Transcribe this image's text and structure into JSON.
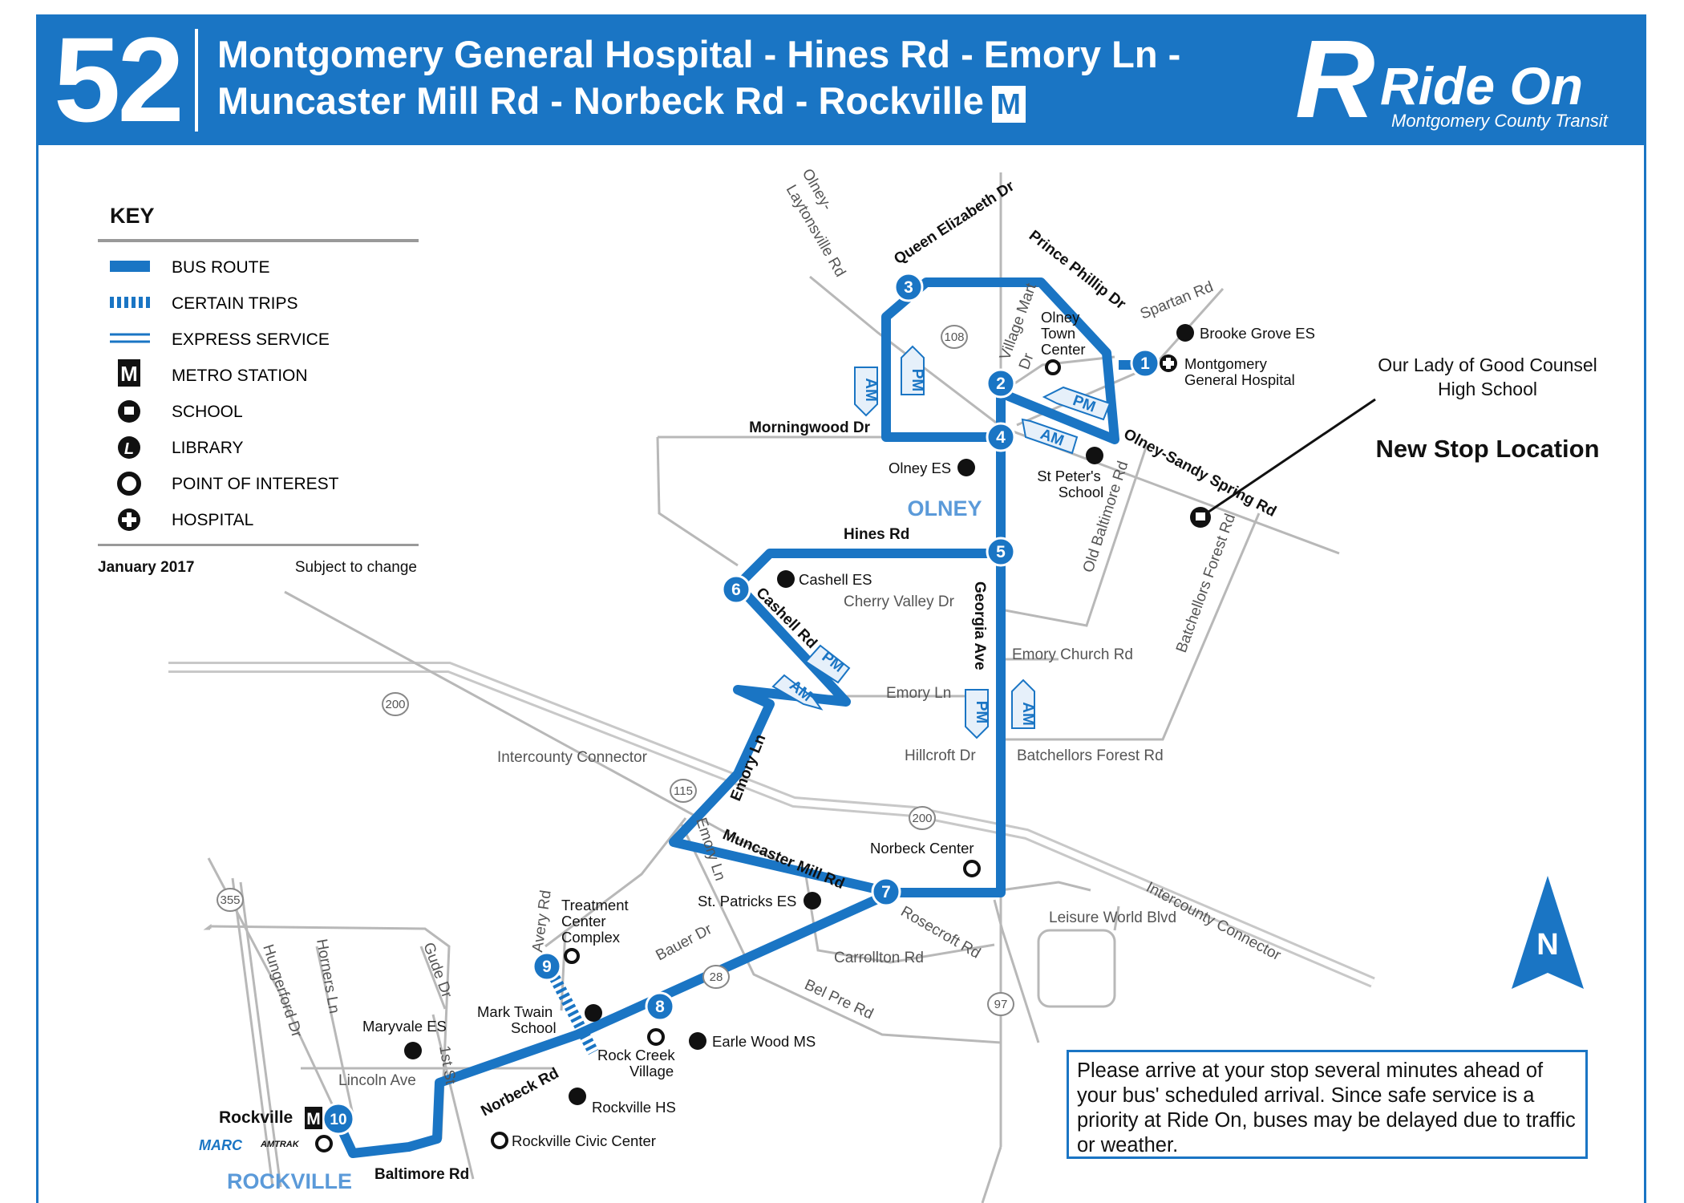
{
  "header": {
    "route_number": "52",
    "line1": "Montgomery General Hospital - Hines Rd - Emory Ln -",
    "line2": "Muncaster Mill Rd - Norbeck Rd - Rockville",
    "metro_symbol": "M"
  },
  "logo": {
    "letter": "R",
    "title": "Ride On",
    "subtitle": "Montgomery County Transit"
  },
  "key": {
    "title": "KEY",
    "items": [
      "BUS ROUTE",
      "CERTAIN TRIPS",
      "EXPRESS SERVICE",
      "METRO STATION",
      "SCHOOL",
      "LIBRARY",
      "POINT OF INTEREST",
      "HOSPITAL"
    ],
    "date": "January 2017",
    "note": "Subject to change"
  },
  "colors": {
    "route": "#1a75c4",
    "road": "#b8b8b8",
    "text": "#111111"
  },
  "stops": [
    "1",
    "2",
    "3",
    "4",
    "5",
    "6",
    "7",
    "8",
    "9",
    "10"
  ],
  "streets": {
    "olney_laytonsville": "Olney-",
    "olney_laytonsville2": "Laytonsville Rd",
    "queen_elizabeth": "Queen Elizabeth Dr",
    "prince_phillip": "Prince Phillip Dr",
    "spartan": "Spartan Rd",
    "village_mart": "Village Mart",
    "village_mart2": "Dr",
    "morningwood": "Morningwood Dr",
    "olney_sandy_spring": "Olney-Sandy Spring Rd",
    "old_baltimore": "Old Baltimore Rd",
    "batchellors_forest_v": "Batchellors Forest Rd",
    "hines": "Hines Rd",
    "cashell": "Cashell Rd",
    "cherry_valley": "Cherry Valley Dr",
    "georgia": "Georgia Ave",
    "emory_church": "Emory Church Rd",
    "emory_ln": "Emory Ln",
    "emory_ln_vert": "Emory Ln",
    "emory_ln_south": "Emory Ln",
    "hillcroft": "Hillcroft Dr",
    "batchellors_forest_h": "Batchellors Forest Rd",
    "icc": "Intercounty Connector",
    "icc2": "Intercounty Connector",
    "muncaster": "Muncaster Mill Rd",
    "rosecroft": "Rosecroft Rd",
    "leisure_world": "Leisure World Blvd",
    "carrollton": "Carrollton Rd",
    "bauer": "Bauer Dr",
    "bel_pre": "Bel Pre Rd",
    "avery": "Avery Rd",
    "hungerford": "Hungerford Dr",
    "horners": "Horners Ln",
    "gude": "Gude Dr",
    "first_st": "1st St",
    "lincoln": "Lincoln Ave",
    "norbeck": "Norbeck Rd",
    "baltimore": "Baltimore Rd"
  },
  "shields": [
    "108",
    "200",
    "200",
    "115",
    "28",
    "97",
    "355"
  ],
  "places": {
    "olney_town": [
      "Olney",
      "Town",
      "Center"
    ],
    "brooke_grove": "Brooke Grove ES",
    "montgomery_general": [
      "Montgomery",
      "General Hospital"
    ],
    "olney_es": "Olney ES",
    "st_peters": [
      "St Peter's",
      "School"
    ],
    "olney": "OLNEY",
    "cashell_es": "Cashell ES",
    "norbeck_center": "Norbeck Center",
    "st_patricks": "St. Patricks ES",
    "treatment": [
      "Treatment",
      "Center",
      "Complex"
    ],
    "mark_twain": [
      "Mark Twain",
      "School"
    ],
    "maryvale": "Maryvale ES",
    "rock_creek": [
      "Rock Creek",
      "Village"
    ],
    "earle_wood": "Earle Wood MS",
    "rockville_hs": "Rockville HS",
    "rockville_civic": "Rockville Civic Center",
    "rockville_station": "Rockville",
    "rockville": "ROCKVILLE",
    "marc": "MARC",
    "amtrak": "AMTRAK"
  },
  "direction_labels": {
    "am": "AM",
    "pm": "PM"
  },
  "north": "N",
  "annotation": {
    "school_line1": "Our Lady of Good Counsel",
    "school_line2": "High School",
    "new_stop": "New Stop Location"
  },
  "notice": "Please arrive at your stop several minutes ahead of your bus' scheduled arrival. Since safe service is a priority at Ride On, buses may be delayed due to traffic or weather."
}
